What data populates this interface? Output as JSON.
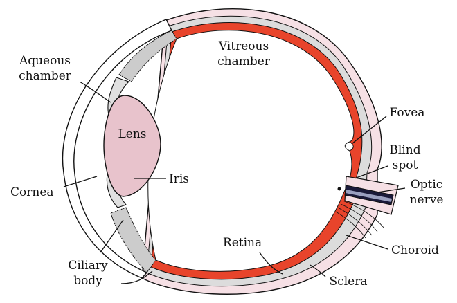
{
  "diagram": {
    "labels": {
      "vitreous_1": "Vitreous",
      "vitreous_2": "chamber",
      "aqueous_1": "Aqueous",
      "aqueous_2": "chamber",
      "lens": "Lens",
      "iris": "Iris",
      "cornea": "Cornea",
      "ciliary_1": "Ciliary",
      "ciliary_2": "body",
      "retina": "Retina",
      "sclera": "Sclera",
      "choroid": "Choroid",
      "fovea": "Fovea",
      "blind_1": "Blind",
      "blind_2": "spot",
      "optic_1": "Optic",
      "optic_2": "nerve"
    },
    "colors": {
      "sclera": "#f6e0e5",
      "choroid": "#dcdcdc",
      "retina": "#e8442b",
      "lens": "#e8c3cc",
      "ciliary": "#cccccc",
      "outline": "#111111"
    }
  }
}
